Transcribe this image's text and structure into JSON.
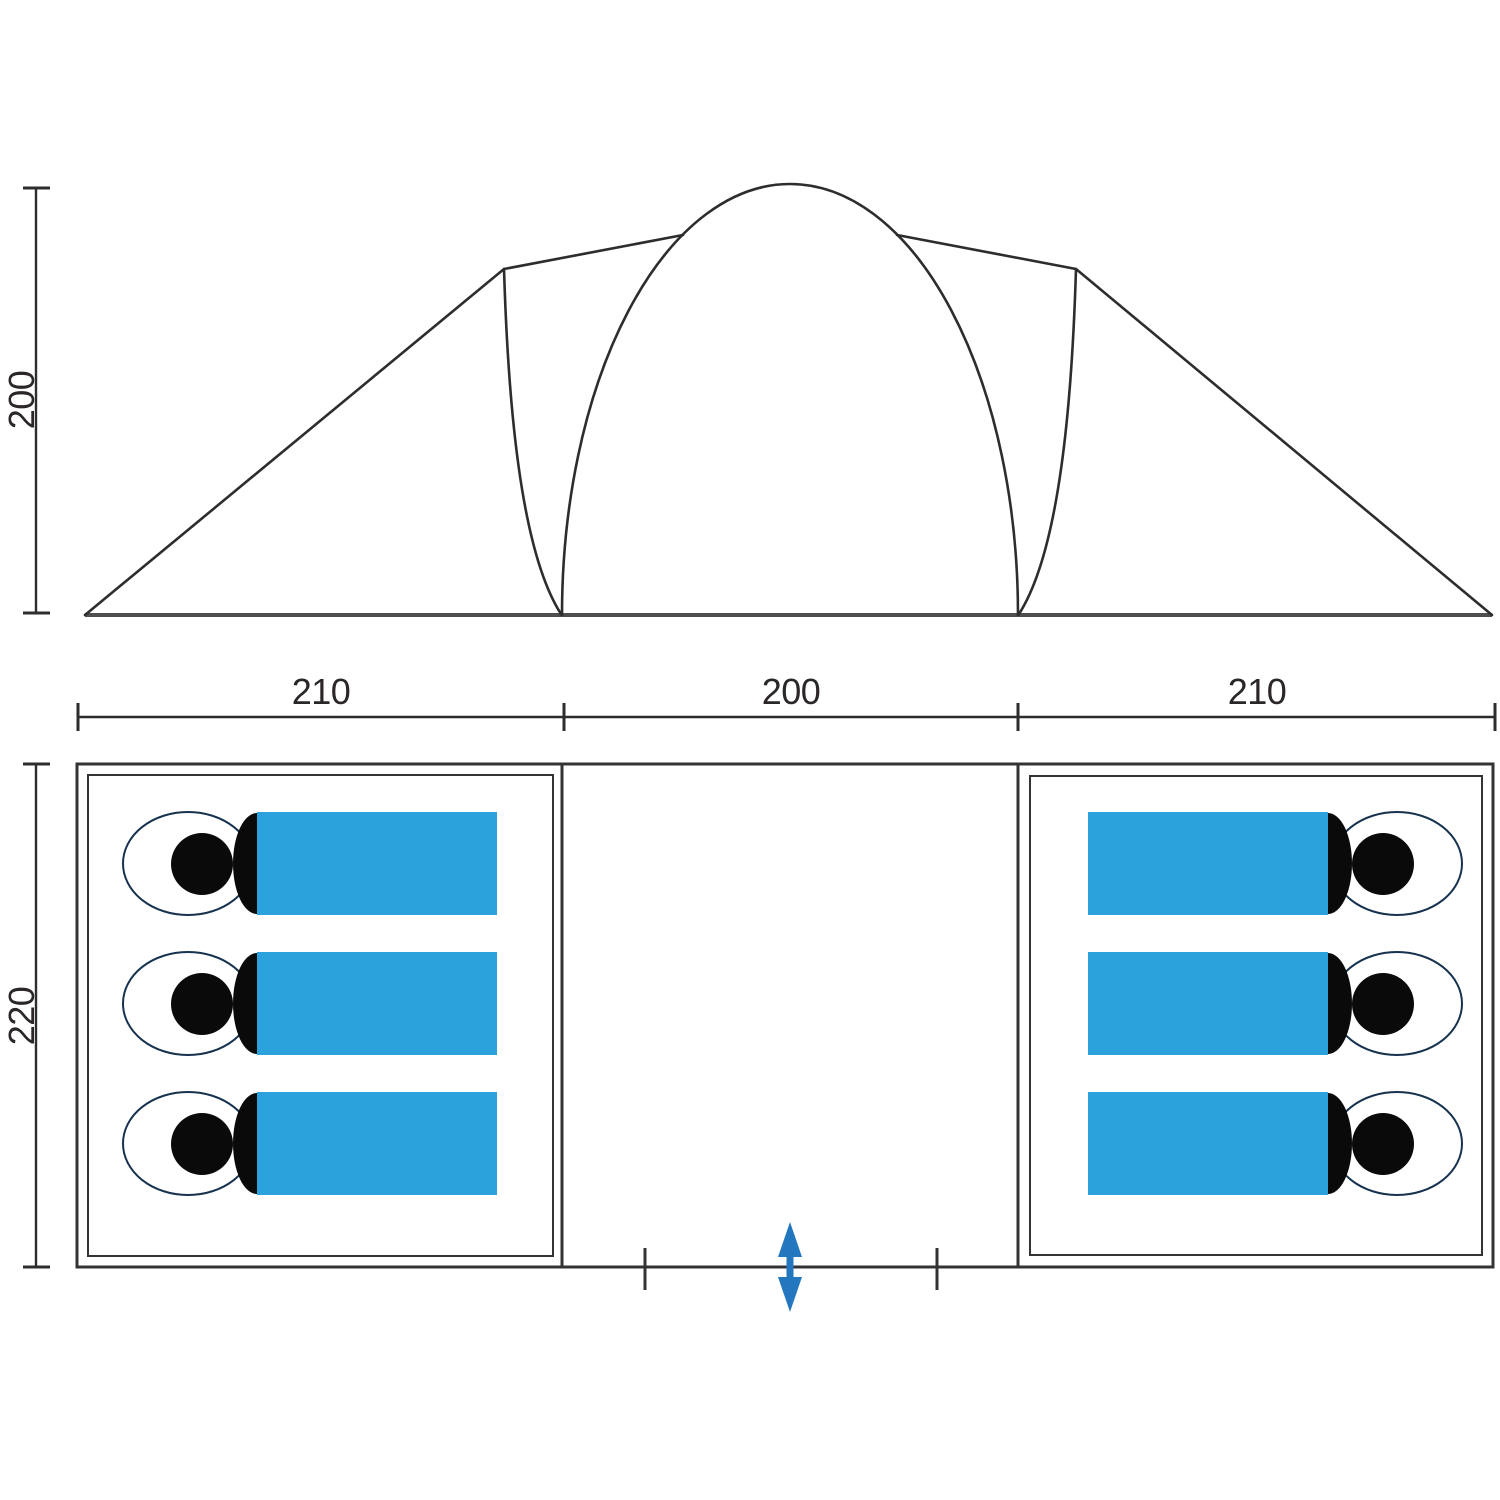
{
  "diagram_title": "tent-dimension-diagram",
  "elevation": {
    "height_dimension_label": "200"
  },
  "plan": {
    "top_dimension_labels": [
      "210",
      "200",
      "210"
    ],
    "side_dimension_label": "220",
    "left_room_bed_count": 3,
    "right_room_bed_count": 3
  },
  "icons": {
    "entrance": "double-headed-vertical-arrow"
  },
  "colors": {
    "sleeping_bag_blue": "#2BA2DB",
    "bag_outline_navy": "#16324F",
    "arrow_blue": "#2277BE",
    "line_dark": "#2D2D2D",
    "ground_gray": "#4F4F4F"
  }
}
